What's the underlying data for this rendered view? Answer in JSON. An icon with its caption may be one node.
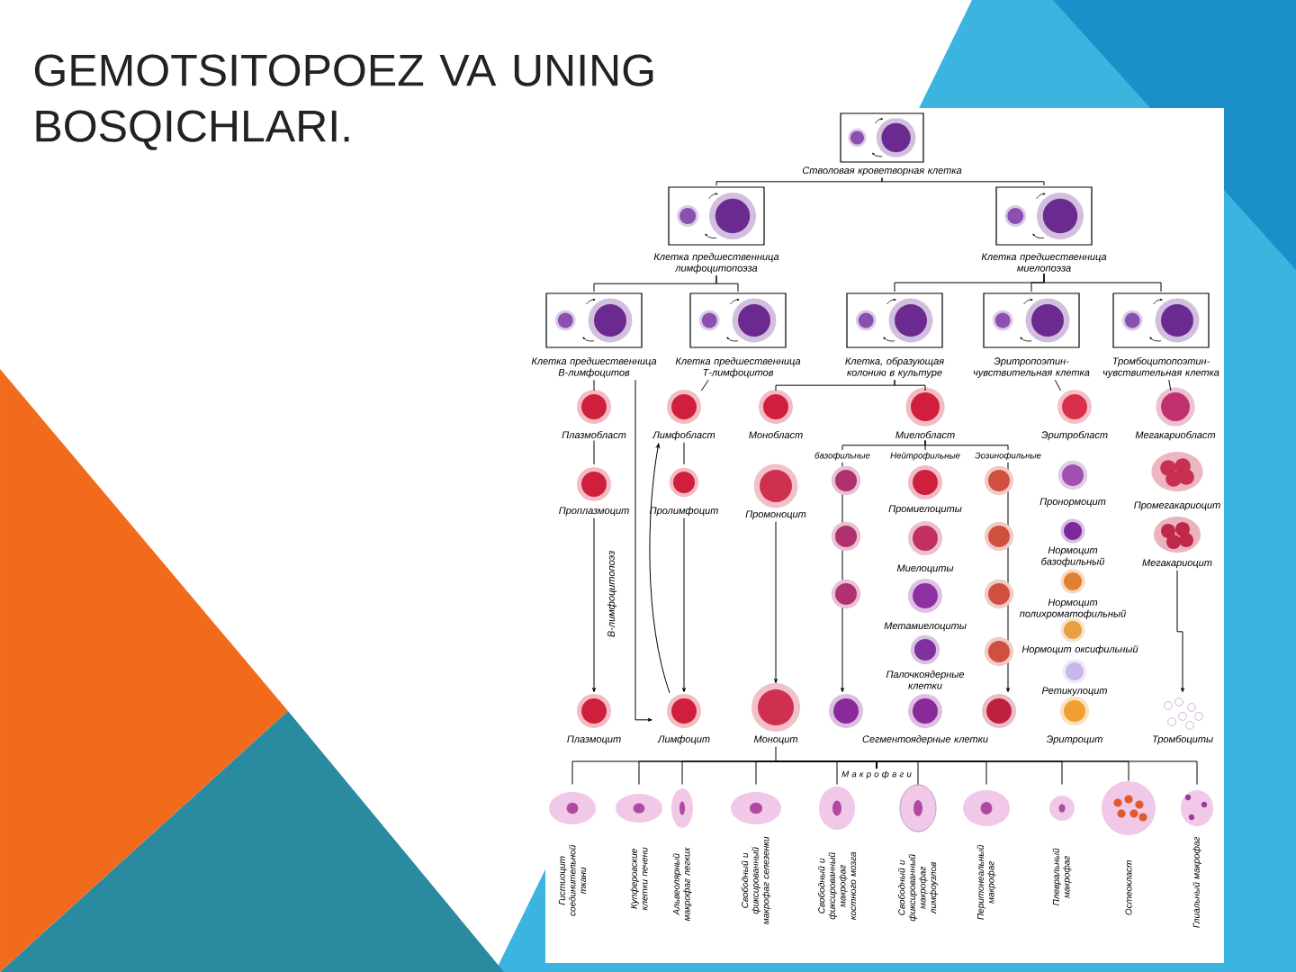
{
  "diagram": {
    "title": "GEMOTSITOPOEZ VA UNING BOSQICHLARI.",
    "nodes": [
      {
        "text": [
          "Стволовая кроветворная клетка"
        ]
      },
      {
        "text": [
          "Клетка предшественница лимфоцитопоэза"
        ]
      },
      {
        "text": [
          "Клетка предшественница миелопоэза"
        ]
      },
      {
        "text": [
          "Клетка предшественница В-лимфоцитов"
        ]
      },
      {
        "text": [
          "Клетка предшественница Т-лимфоцитов"
        ]
      },
      {
        "text": [
          "Клетка, образующая колонию в культуре"
        ]
      },
      {
        "text": [
          "Эритропоэтин-чувствительная клетка"
        ]
      },
      {
        "text": [
          "Тромбоцитопоэтин-чувствительная клетка"
        ]
      },
      {
        "text": [
          "Плазмобласт"
        ]
      },
      {
        "text": [
          "Лимфобласт"
        ]
      },
      {
        "text": [
          "Монобласт"
        ]
      },
      {
        "text": [
          "Миелобласт"
        ]
      },
      {
        "text": [
          "Эритробласт"
        ]
      },
      {
        "text": [
          "Мегакариобласт"
        ]
      },
      {
        "text": [
          "базофильные"
        ]
      },
      {
        "text": [
          "Нейтрофильные"
        ]
      },
      {
        "text": [
          "Эозинофильные"
        ]
      },
      {
        "text": [
          "Проплазмоцит"
        ]
      },
      {
        "text": [
          "Пролимфоцит"
        ]
      },
      {
        "text": [
          "Промоноцит"
        ]
      },
      {
        "text": [
          "Промиелоциты"
        ]
      },
      {
        "text": [
          "Пронормоцит"
        ]
      },
      {
        "text": [
          "Промегакариоцит"
        ]
      },
      {
        "text": [
          "Нормоцит базофильный"
        ]
      },
      {
        "text": [
          "Мегакариоцит"
        ]
      },
      {
        "text": [
          "Миелоциты"
        ]
      },
      {
        "text": [
          "Нормоцит полихроматофильный"
        ]
      },
      {
        "text": [
          "Метамиелоциты"
        ]
      },
      {
        "text": [
          "Нормоцит оксифильный"
        ]
      },
      {
        "text": [
          "Палочкоядерные клетки"
        ]
      },
      {
        "text": [
          "Ретикулоцит"
        ]
      },
      {
        "text": [
          "Плазмоцит"
        ]
      },
      {
        "text": [
          "Лимфоцит"
        ]
      },
      {
        "text": [
          "Моноцит"
        ]
      },
      {
        "text": [
          "Сегментоядерные клетки"
        ]
      },
      {
        "text": [
          "Эритроцит"
        ]
      },
      {
        "text": [
          "Тромбоциты"
        ]
      },
      {
        "text": [
          "М а к р о ф а г и"
        ]
      },
      {
        "text": [],
        "shape": "picture",
        "beside": [
          "Гистиоцит соединительной ткани"
        ]
      },
      {
        "text": [],
        "shape": "picture",
        "beside": [
          "Купферовские клетки печени"
        ]
      },
      {
        "text": [],
        "shape": "picture",
        "beside": [
          "Альвеолярный макрофаг легких"
        ]
      },
      {
        "text": [],
        "shape": "picture",
        "beside": [
          "Свободный и фиксированный макрофаг селезенки"
        ]
      },
      {
        "text": [],
        "shape": "picture",
        "beside": [
          "Свободный и фиксированный макрофаг костного мозга"
        ]
      },
      {
        "text": [],
        "shape": "picture",
        "beside": [
          "Свободный и фиксированный макрофаг лимфоузлов"
        ]
      },
      {
        "text": [],
        "shape": "picture",
        "beside": [
          "Перитонеальный макрофаг"
        ]
      },
      {
        "text": [],
        "shape": "picture",
        "beside": [
          "Плевральный макрофаг"
        ]
      },
      {
        "text": [],
        "shape": "picture",
        "beside": [
          "Остеокласт"
        ]
      },
      {
        "text": [],
        "shape": "picture",
        "beside": [
          "Глиальный макрофаг"
        ]
      }
    ],
    "edges": [
      {
        "from": 0,
        "to": 1,
        "arrow": "none"
      },
      {
        "from": 0,
        "to": 2,
        "arrow": "none"
      },
      {
        "from": 1,
        "to": 3,
        "arrow": "none"
      },
      {
        "from": 1,
        "to": 4,
        "arrow": "none"
      },
      {
        "from": 2,
        "to": 5,
        "arrow": "none"
      },
      {
        "from": 2,
        "to": 6,
        "arrow": "none"
      },
      {
        "from": 2,
        "to": 7,
        "arrow": "none"
      },
      {
        "from": 3,
        "to": 8,
        "arrow": "none"
      },
      {
        "from": 3,
        "to": 32,
        "arrow": "to"
      },
      {
        "from": 4,
        "to": 9,
        "arrow": "none"
      },
      {
        "from": 5,
        "to": 10,
        "arrow": "none"
      },
      {
        "from": 5,
        "to": 11,
        "arrow": "none"
      },
      {
        "from": 6,
        "to": 12,
        "arrow": "none"
      },
      {
        "from": 7,
        "to": 13,
        "arrow": "none"
      },
      {
        "from": 8,
        "to": 17,
        "arrow": "none"
      },
      {
        "from": 17,
        "to": 31,
        "arrow": "to"
      },
      {
        "from": 9,
        "to": 18,
        "arrow": "none"
      },
      {
        "from": 18,
        "to": 32,
        "arrow": "to"
      },
      {
        "from": 32,
        "to": 9,
        "arrow": "to"
      },
      {
        "from": 19,
        "to": 33,
        "arrow": "to"
      },
      {
        "from": 11,
        "to": 14,
        "arrow": "none"
      },
      {
        "from": 11,
        "to": 15,
        "arrow": "none"
      },
      {
        "from": 11,
        "to": 16,
        "arrow": "none"
      },
      {
        "from": 14,
        "to": 34,
        "arrow": "to"
      },
      {
        "from": 16,
        "to": 34,
        "arrow": "to"
      },
      {
        "from": 24,
        "to": 36,
        "arrow": "to"
      },
      {
        "from": 33,
        "to": 37,
        "arrow": "none"
      },
      {
        "from": 37,
        "to": 38,
        "arrow": "none"
      },
      {
        "from": 37,
        "to": 39,
        "arrow": "none"
      },
      {
        "from": 37,
        "to": 40,
        "arrow": "none"
      },
      {
        "from": 37,
        "to": 41,
        "arrow": "none"
      },
      {
        "from": 37,
        "to": 42,
        "arrow": "none"
      },
      {
        "from": 37,
        "to": 43,
        "arrow": "none"
      },
      {
        "from": 37,
        "to": 44,
        "arrow": "none"
      },
      {
        "from": 37,
        "to": 45,
        "arrow": "none"
      },
      {
        "from": 37,
        "to": 46,
        "arrow": "none"
      },
      {
        "from": 37,
        "to": 47,
        "arrow": "none"
      }
    ],
    "labels": [
      "В-лимфоцитопоэз"
    ]
  }
}
